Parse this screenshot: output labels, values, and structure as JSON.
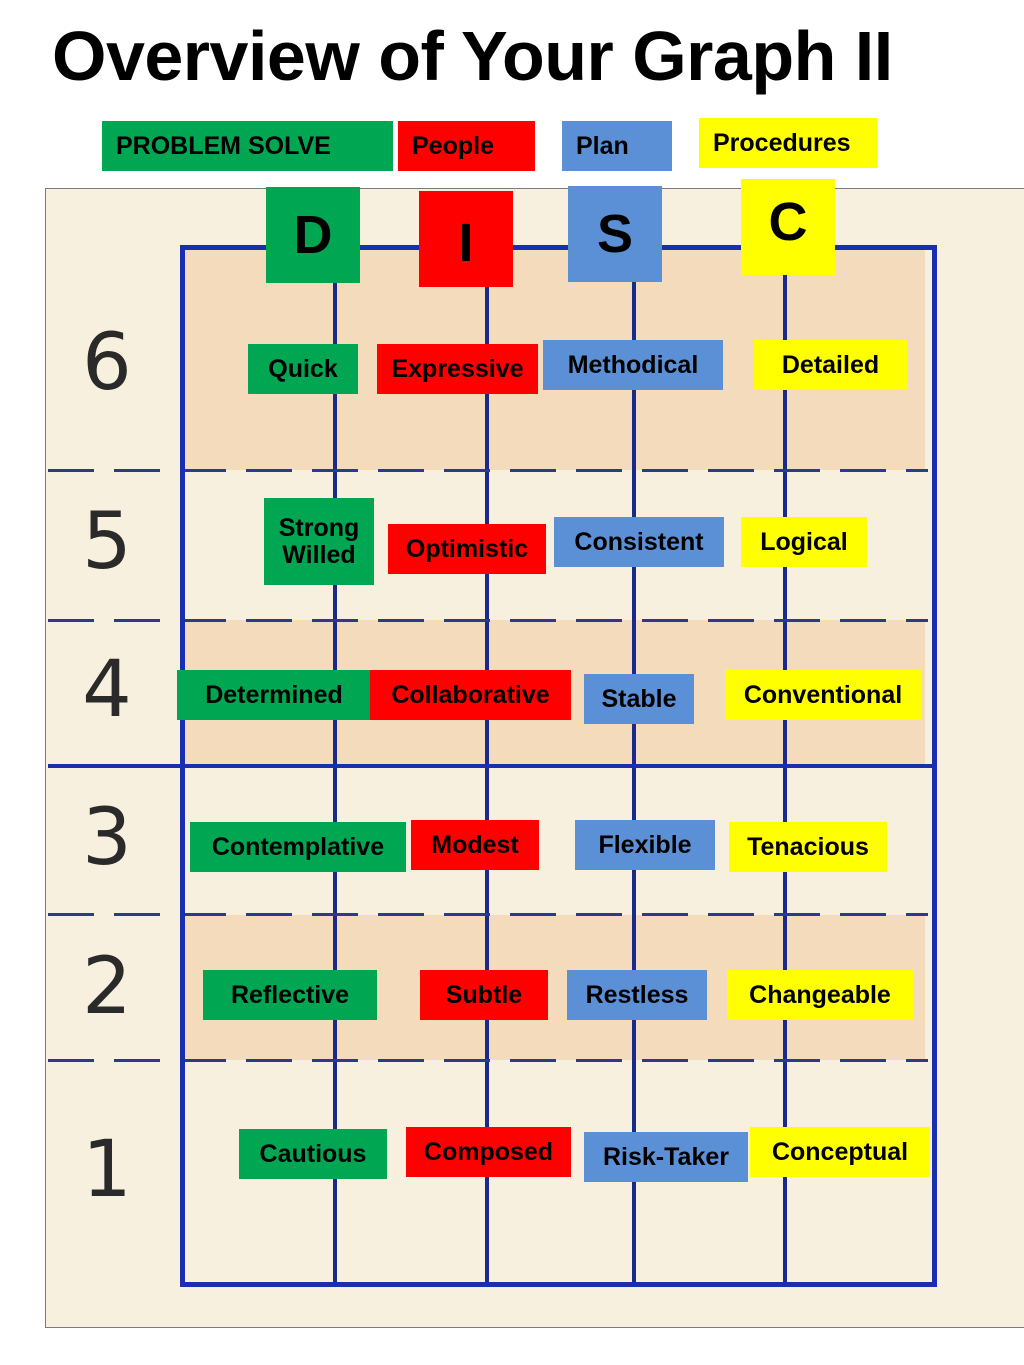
{
  "title": "Overview of Your Graph II",
  "headers": {
    "d": "PROBLEM SOLVE",
    "i": "People",
    "s": "Plan",
    "c": "Procedures"
  },
  "letters": {
    "d": "D",
    "i": "I",
    "s": "S",
    "c": "C"
  },
  "levels": [
    "6",
    "5",
    "4",
    "3",
    "2",
    "1"
  ],
  "rows": [
    {
      "level": "6",
      "d": "Quick",
      "i": "Expressive",
      "s": "Methodical",
      "c": "Detailed"
    },
    {
      "level": "5",
      "d": "Strong Willed",
      "i": "Optimistic",
      "s": "Consistent",
      "c": "Logical"
    },
    {
      "level": "4",
      "d": "Determined",
      "i": "Collaborative",
      "s": "Stable",
      "c": "Conventional"
    },
    {
      "level": "3",
      "d": "Contemplative",
      "i": "Modest",
      "s": "Flexible",
      "c": "Tenacious"
    },
    {
      "level": "2",
      "d": "Reflective",
      "i": "Subtle",
      "s": "Restless",
      "c": "Changeable"
    },
    {
      "level": "1",
      "d": "Cautious",
      "i": "Composed",
      "s": "Risk-Taker",
      "c": "Conceptual"
    }
  ],
  "colors": {
    "d": "#00a651",
    "i": "#ff0000",
    "s": "#5b8fd6",
    "c": "#ffff00",
    "grid": "#1a2fb0",
    "band": "#f3d7b5",
    "background": "#f7f0df"
  }
}
